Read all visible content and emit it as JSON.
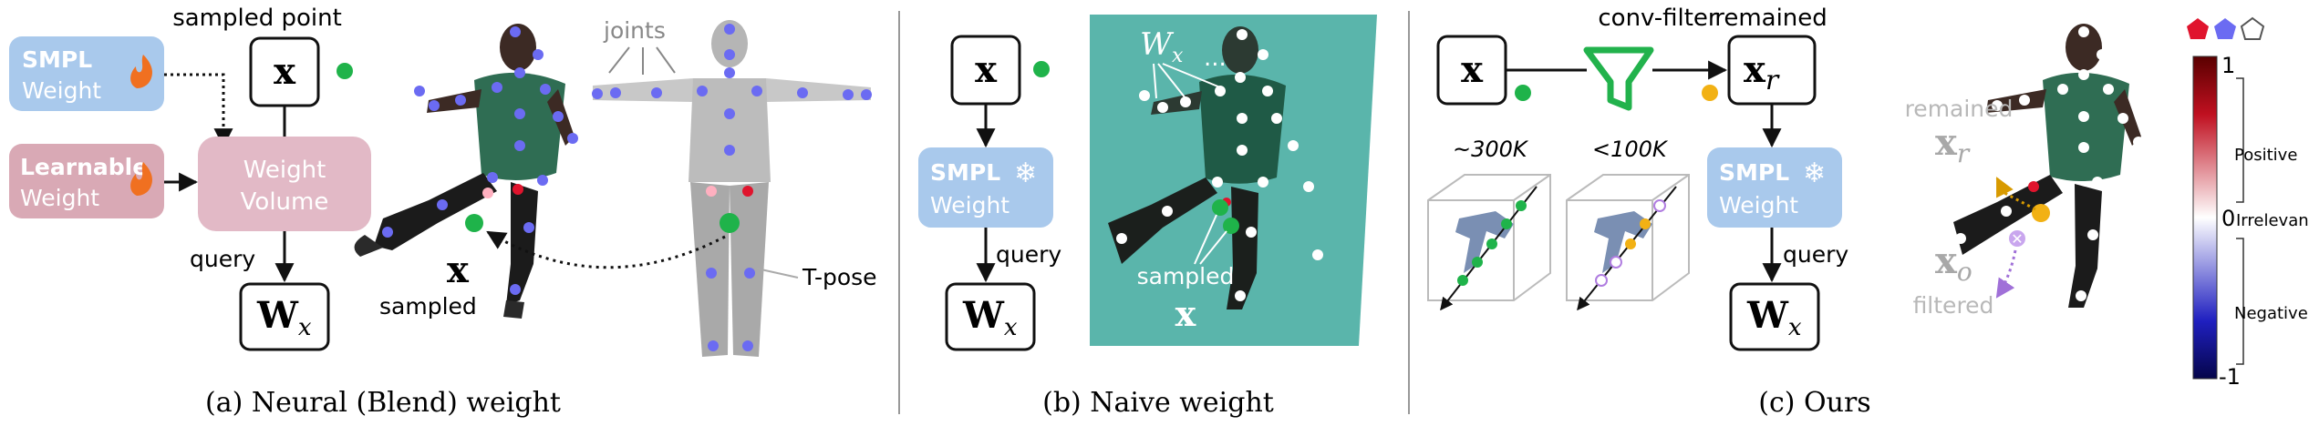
{
  "panel_a": {
    "caption": "(a) Neural (Blend) weight",
    "smpl_weight": {
      "line1": "SMPL",
      "line2": "Weight"
    },
    "learnable_weight": {
      "line1": "Learnable",
      "line2": "Weight"
    },
    "weight_volume": {
      "line1": "Weight",
      "line2": "Volume"
    },
    "sampled_point_label": "sampled point",
    "x_symbol": "x",
    "query_label": "query",
    "w_symbol": "W",
    "w_subscript": "x",
    "joints_label": "joints",
    "sampled_label": "sampled",
    "sampled_x": "x",
    "tpose_label": "T-pose"
  },
  "panel_b": {
    "caption": "(b) Naive weight",
    "x_symbol": "x",
    "smpl_weight": {
      "line1": "SMPL",
      "line2": "Weight"
    },
    "query_label": "query",
    "w_symbol": "W",
    "w_subscript": "x",
    "wx_symbol": "W",
    "wx_subscript": "x",
    "ellipsis": "...",
    "sampled_label": "sampled",
    "sampled_x": "x"
  },
  "panel_c": {
    "caption": "(c) Ours",
    "x_symbol": "x",
    "conv_filter_label": "conv-filter",
    "remained_label": "remained",
    "xr_symbol": "x",
    "xr_subscript": "r",
    "count_before": "~300K",
    "count_after": "<100K",
    "smpl_weight": {
      "line1": "SMPL",
      "line2": "Weight"
    },
    "query_label": "query",
    "w_symbol": "W",
    "w_subscript": "x",
    "remained_overlay": "remained",
    "xr_overlay": "x",
    "xr_overlay_sub": "r",
    "xo_overlay": "x",
    "xo_overlay_sub": "o",
    "filtered_label": "filtered"
  },
  "colorbar": {
    "max_label": "1",
    "positive_label": "Positive",
    "zero_label": "0",
    "irrelevant_label": "Irrelevant",
    "negative_label": "Negative",
    "min_label": "-1",
    "colors": {
      "positive": "#b3001b",
      "zero": "#ffffff",
      "negative": "#0a0a8c"
    }
  },
  "legend_colors": {
    "red": "#e0142d",
    "blue": "#6b6bf2",
    "white": "#ffffff"
  },
  "colors": {
    "smpl_box": "#a9c9ec",
    "learnable_box": "#d9a9b5",
    "volume_box": "#e2b9c6",
    "green_dot": "#1fb34a",
    "yellow_dot": "#f2b114",
    "purple_dot": "#b07de0",
    "teal_bg": "#5ab5ab",
    "filter_green": "#22b24c"
  }
}
